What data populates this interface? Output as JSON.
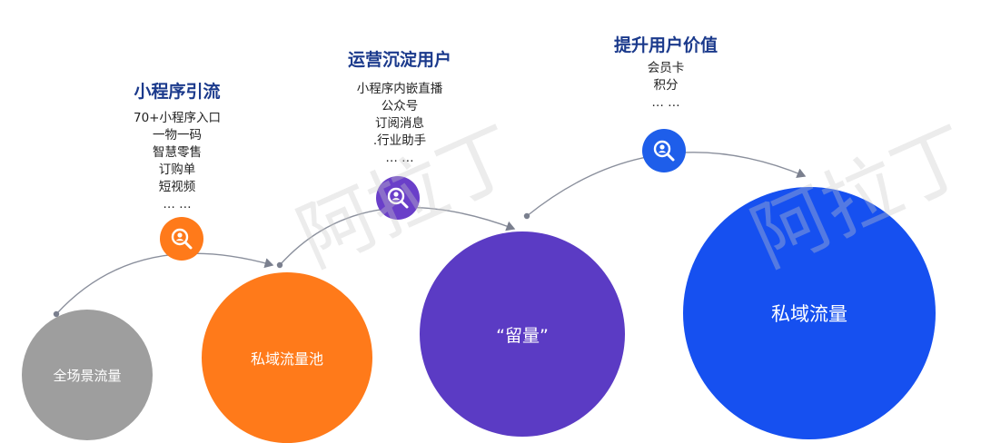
{
  "stages": [
    {
      "title": "小程序引流",
      "items": [
        "70+小程序入口",
        "一物一码",
        "智慧零售",
        "订购单",
        "短视频",
        "… …"
      ],
      "color": "#ff7a1a"
    },
    {
      "title": "运营沉淀用户",
      "items": [
        "小程序内嵌直播",
        "公众号",
        "订阅消息",
        ".行业助手",
        "… …"
      ],
      "color": "#6a3fc9"
    },
    {
      "title": "提升用户价值",
      "items": [
        "会员卡",
        "积分",
        "… …"
      ],
      "color": "#1e5eea"
    }
  ],
  "circles": [
    {
      "label": "全场景流量",
      "color": "#9e9e9e"
    },
    {
      "label": "私域流量池",
      "color": "#ff7a1a"
    },
    {
      "label": "“留量”",
      "color": "#5b3bc4"
    },
    {
      "label": "私域流量",
      "color": "#1650f0"
    }
  ],
  "watermark": "阿拉丁",
  "icons": [
    "search-user-icon",
    "search-user-icon",
    "search-user-icon"
  ]
}
